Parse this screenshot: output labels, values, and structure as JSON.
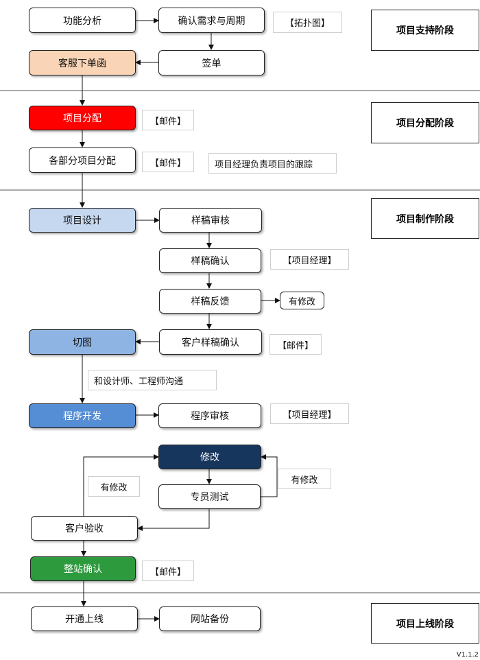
{
  "stages": {
    "support": "项目支持阶段",
    "assign": "项目分配阶段",
    "production": "项目制作阶段",
    "launch": "项目上线阶段"
  },
  "nodes": {
    "func_analysis": "功能分析",
    "confirm_req": "确认需求与周期",
    "sign": "签单",
    "service_order": "客服下单函",
    "project_assign": "项目分配",
    "dept_assign": "各部分项目分配",
    "project_design": "项目设计",
    "draft_review": "样稿审核",
    "draft_confirm": "样稿确认",
    "draft_feedback": "样稿反馈",
    "slice": "切图",
    "client_draft_confirm": "客户样稿确认",
    "dev": "程序开发",
    "code_review": "程序审核",
    "modify": "修改",
    "testing": "专员测试",
    "client_accept": "客户验收",
    "site_confirm": "整站确认",
    "go_live": "开通上线",
    "backup": "网站备份"
  },
  "notes": {
    "topology": "【拓扑图】",
    "mail1": "【邮件】",
    "mail2": "【邮件】",
    "pm_tracking": "项目经理负责项目的跟踪",
    "pm1": "【项目经理】",
    "has_change1": "有修改",
    "mail3": "【邮件】",
    "communicate": "和设计师、工程师沟通",
    "pm2": "【项目经理】",
    "has_change2": "有修改",
    "has_change3": "有修改",
    "mail4": "【邮件】"
  },
  "colors": {
    "service_order": "#fad4b6",
    "project_assign": "#ff0000",
    "project_design": "#c5d8f0",
    "slice": "#8eb4e3",
    "dev": "#558ed5",
    "modify": "#17365d",
    "site_confirm": "#2e9a3e"
  },
  "version": "V1.1.2"
}
